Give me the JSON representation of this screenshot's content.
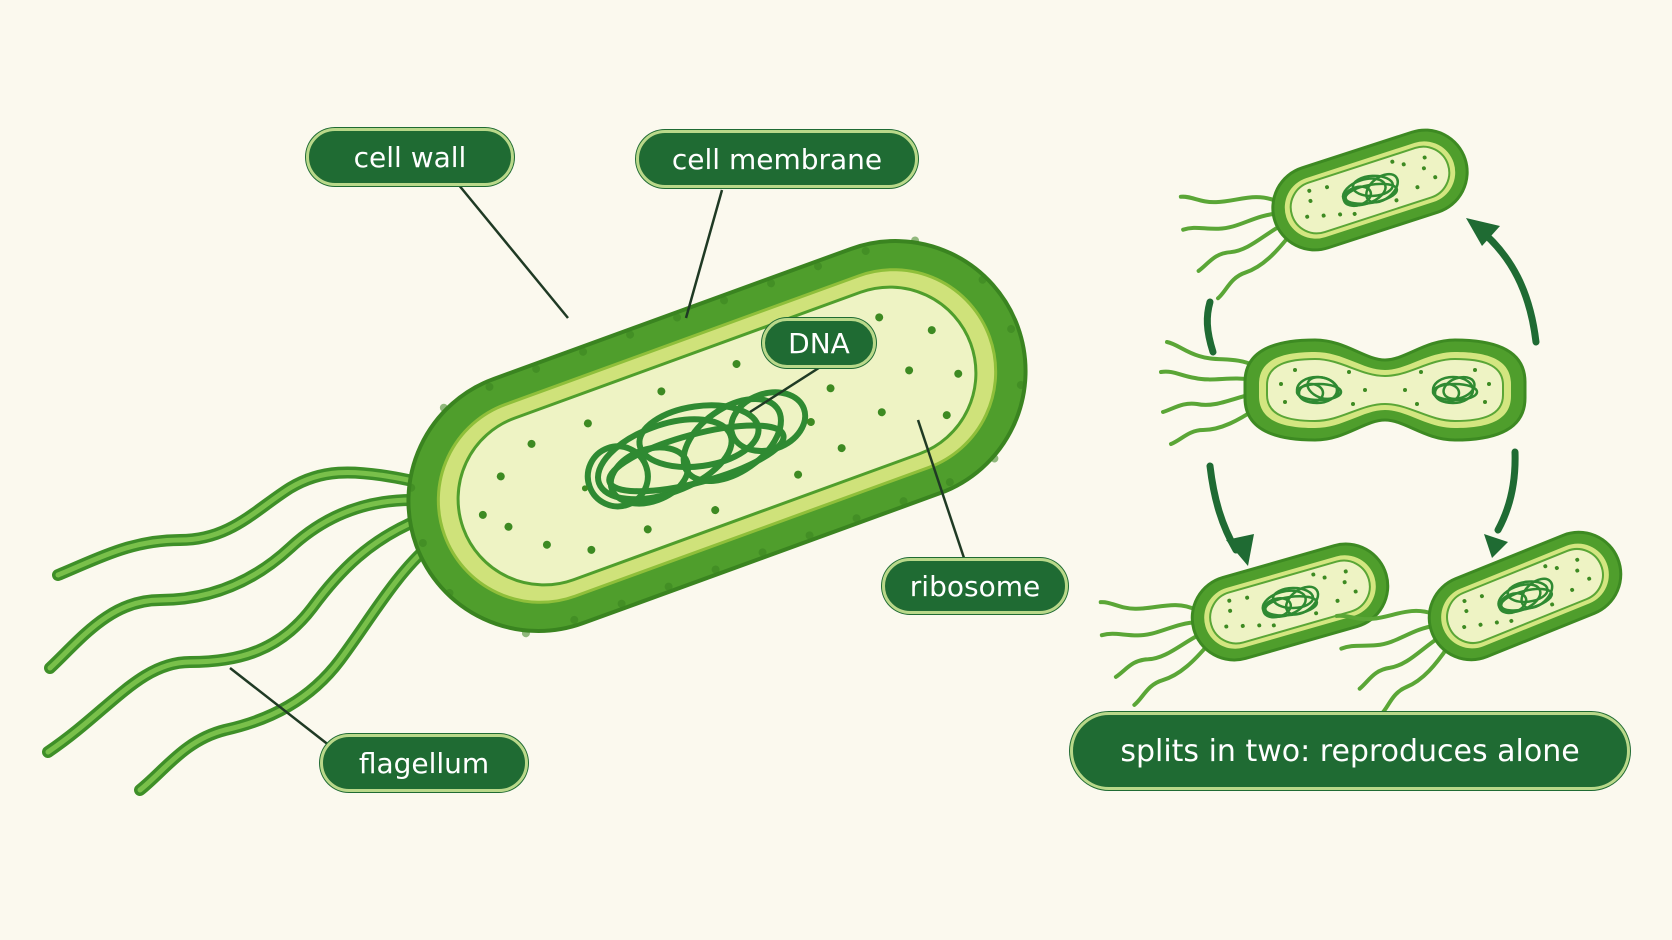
{
  "labels": {
    "cell_wall": "cell wall",
    "cell_membrane": "cell membrane",
    "dna": "DNA",
    "ribosome": "ribosome",
    "flagellum": "flagellum",
    "caption": "splits in two: reproduces alone"
  },
  "colors": {
    "background": "#fbf9ee",
    "label_fill": "#1f6b33",
    "label_text": "#ffffff",
    "cell_wall": "#4f9e2c",
    "cell_membrane": "#cfe27a",
    "cytoplasm": "#eef3c4",
    "dna": "#2f8a32",
    "arrows": "#1f6b33"
  }
}
